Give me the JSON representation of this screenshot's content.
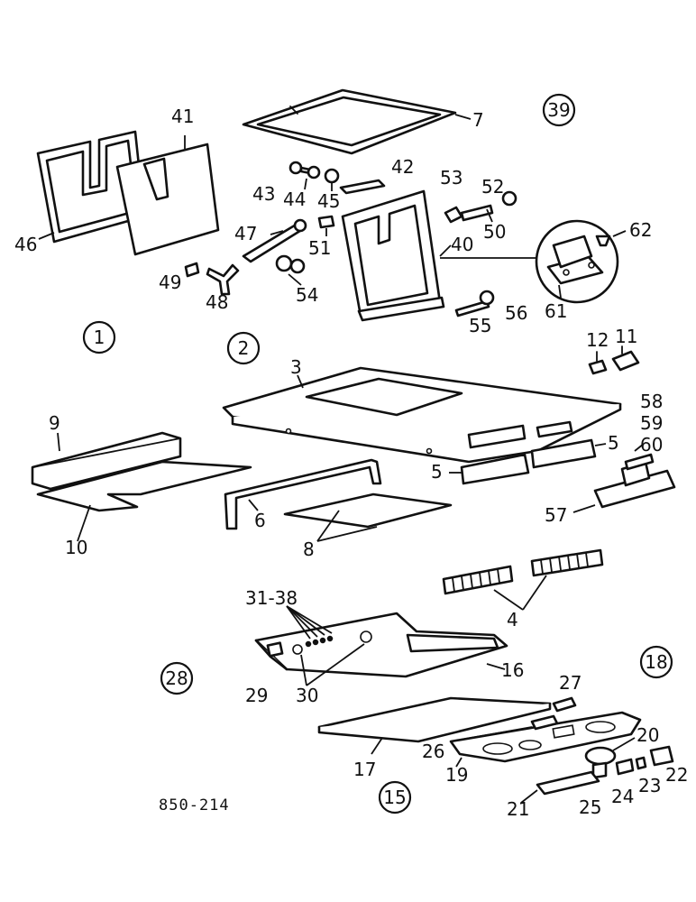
{
  "drawing_code": "850-214",
  "group_numbers": [
    "1",
    "2",
    "15",
    "18",
    "28",
    "39"
  ],
  "part_labels": {
    "p3": "3",
    "p4": "4",
    "p5a": "5",
    "p5b": "5",
    "p6": "6",
    "p7": "7",
    "p8": "8",
    "p9": "9",
    "p10": "10",
    "p11": "11",
    "p12": "12",
    "p16": "16",
    "p17": "17",
    "p19": "19",
    "p20": "20",
    "p21": "21",
    "p22": "22",
    "p23": "23",
    "p24": "24",
    "p25": "25",
    "p26": "26",
    "p27": "27",
    "p29": "29",
    "p30": "30",
    "p31_38": "31-38",
    "p40": "40",
    "p41": "41",
    "p42": "42",
    "p43": "43",
    "p44": "44",
    "p45": "45",
    "p46": "46",
    "p47": "47",
    "p48": "48",
    "p49": "49",
    "p50": "50",
    "p51": "51",
    "p52": "52",
    "p53": "53",
    "p54": "54",
    "p55": "55",
    "p56": "56",
    "p57": "57",
    "p58": "58",
    "p59": "59",
    "p60": "60",
    "p61": "61",
    "p62": "62"
  }
}
